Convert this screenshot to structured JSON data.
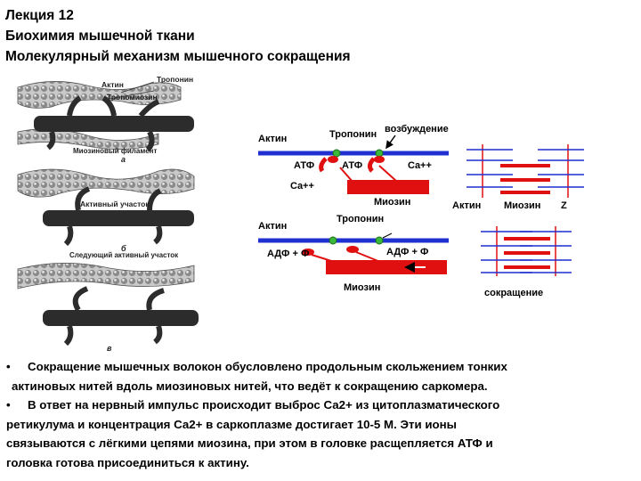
{
  "title": {
    "line1": "Лекция 12",
    "line2": "Биохимия мышечной ткани",
    "line3": "Молекулярный механизм мышечного сокращения"
  },
  "left_figure": {
    "labels": {
      "actin": "Актин",
      "troponin": "Тропонин",
      "tropomyosin": "Тропомиозин",
      "myosin_filament": "Миозиновый филамент",
      "panel_a": "а",
      "active_site": "Активный участок",
      "panel_b": "б",
      "next_active_site": "Следующий активный участок",
      "panel_c": "в"
    }
  },
  "right_figure": {
    "top": {
      "actin": "Актин",
      "troponin": "Тропонин",
      "excitation": "возбуждение",
      "atp1": "АТФ",
      "atp2": "АТФ",
      "ca1": "Ca++",
      "ca2": "Ca++",
      "myosin": "Миозин"
    },
    "bottom": {
      "actin": "Актин",
      "troponin": "Тропонин",
      "adp1": "АДФ + Ф",
      "adp2": "АДФ + Ф",
      "myosin": "Миозин"
    },
    "sarcomere": {
      "actin": "Актин",
      "myosin": "Миозин",
      "z": "Z",
      "contraction": "сокращение"
    },
    "colors": {
      "actin": "#1f2fd0",
      "myosin": "#e01010",
      "troponin": "#3ab83a"
    }
  },
  "paragraphs": {
    "bullet": "•",
    "p1_line1": "Сокращение мышечных волокон обусловлено продольным скольжением тонких",
    "p1_line2": "актиновых нитей вдоль миозиновых нитей, что ведёт к сокращению саркомера.",
    "p2_line1": "В ответ на нервный импульс происходит выброс Са2+ из цитоплазматического",
    "p2_line2": "ретикулума и концентрация Са2+ в саркоплазме достигает 10-5 М. Эти ионы",
    "p2_line3": "связываются с лёгкими цепями миозина, при этом в головке расщепляется АТФ и",
    "p2_line4": "головка готова присоединиться к актину."
  }
}
